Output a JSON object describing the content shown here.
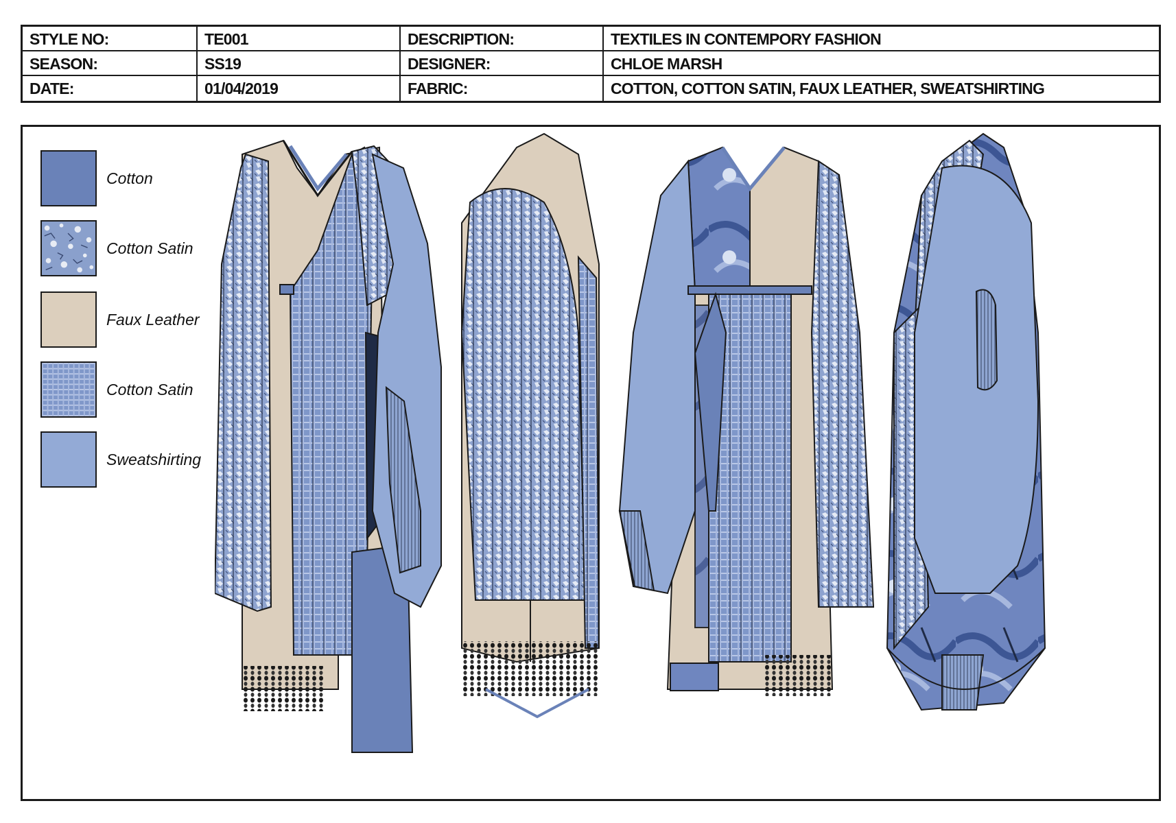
{
  "spec": {
    "rows": [
      [
        "STYLE NO:",
        "TE001",
        "DESCRIPTION:",
        "TEXTILES IN CONTEMPORY  FASHION"
      ],
      [
        "SEASON:",
        "SS19",
        "DESIGNER:",
        "CHLOE MARSH"
      ],
      [
        "DATE:",
        "01/04/2019",
        "FABRIC:",
        "COTTON, COTTON SATIN, FAUX LEATHER, SWEATSHIRTING"
      ]
    ]
  },
  "legend": [
    {
      "label": "Cotton",
      "color": "#6a82b8",
      "pattern": "solid"
    },
    {
      "label": "Cotton Satin",
      "color": "#8aa0cc",
      "pattern": "print"
    },
    {
      "label": "Faux Leather",
      "color": "#dccfbd",
      "pattern": "solid"
    },
    {
      "label": "Cotton Satin",
      "color": "#7f97c9",
      "pattern": "check"
    },
    {
      "label": "Sweatshirting",
      "color": "#93aad6",
      "pattern": "solid"
    }
  ],
  "colors": {
    "cotton": "#6a82b8",
    "satin_print": "#8aa0cc",
    "faux_leather": "#dccfbd",
    "satin_check": "#7f97c9",
    "sweatshirting": "#93aad6",
    "outline": "#1a1a1a"
  },
  "views": [
    "front",
    "side-left",
    "back",
    "side-right"
  ]
}
